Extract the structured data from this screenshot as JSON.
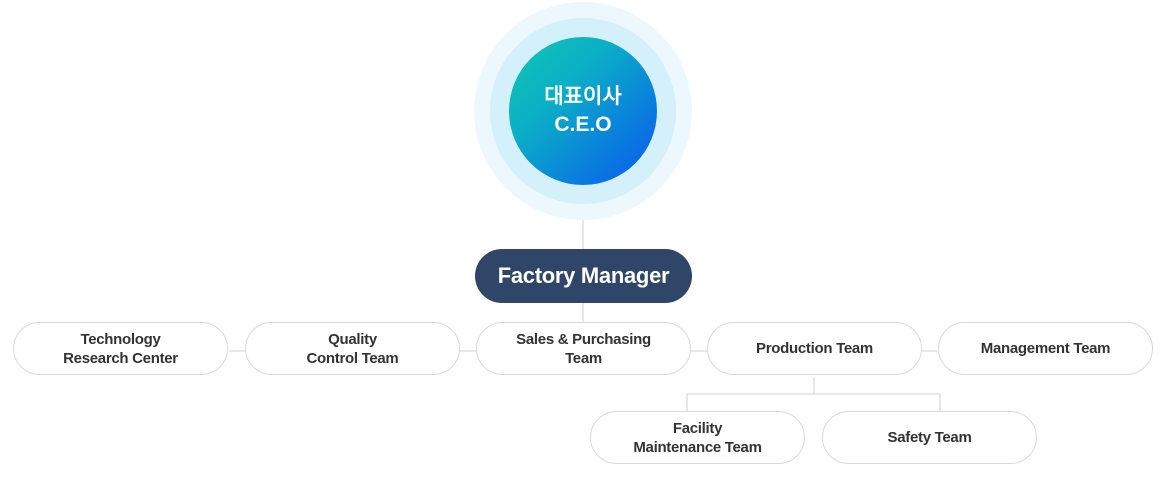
{
  "ceo": {
    "line1": "대표이사",
    "line2": "C.E.O"
  },
  "factory_manager": {
    "label": "Factory Manager"
  },
  "departments": [
    {
      "line1": "Technology",
      "line2": "Research Center"
    },
    {
      "line1": "Quality",
      "line2": "Control Team"
    },
    {
      "line1": "Sales & Purchasing",
      "line2": "Team"
    },
    {
      "line1": "Production Team",
      "line2": ""
    },
    {
      "line1": "Management Team",
      "line2": ""
    }
  ],
  "sub_teams": [
    {
      "line1": "Facility",
      "line2": "Maintenance Team"
    },
    {
      "line1": "Safety Team",
      "line2": ""
    }
  ],
  "colors": {
    "factory_manager_bg": "#2f4668",
    "ceo_gradient_start": "#0fc6b3",
    "ceo_gradient_end": "#0a5fe8",
    "box_border": "#d9d9d9",
    "connector": "#d0d0d0"
  }
}
